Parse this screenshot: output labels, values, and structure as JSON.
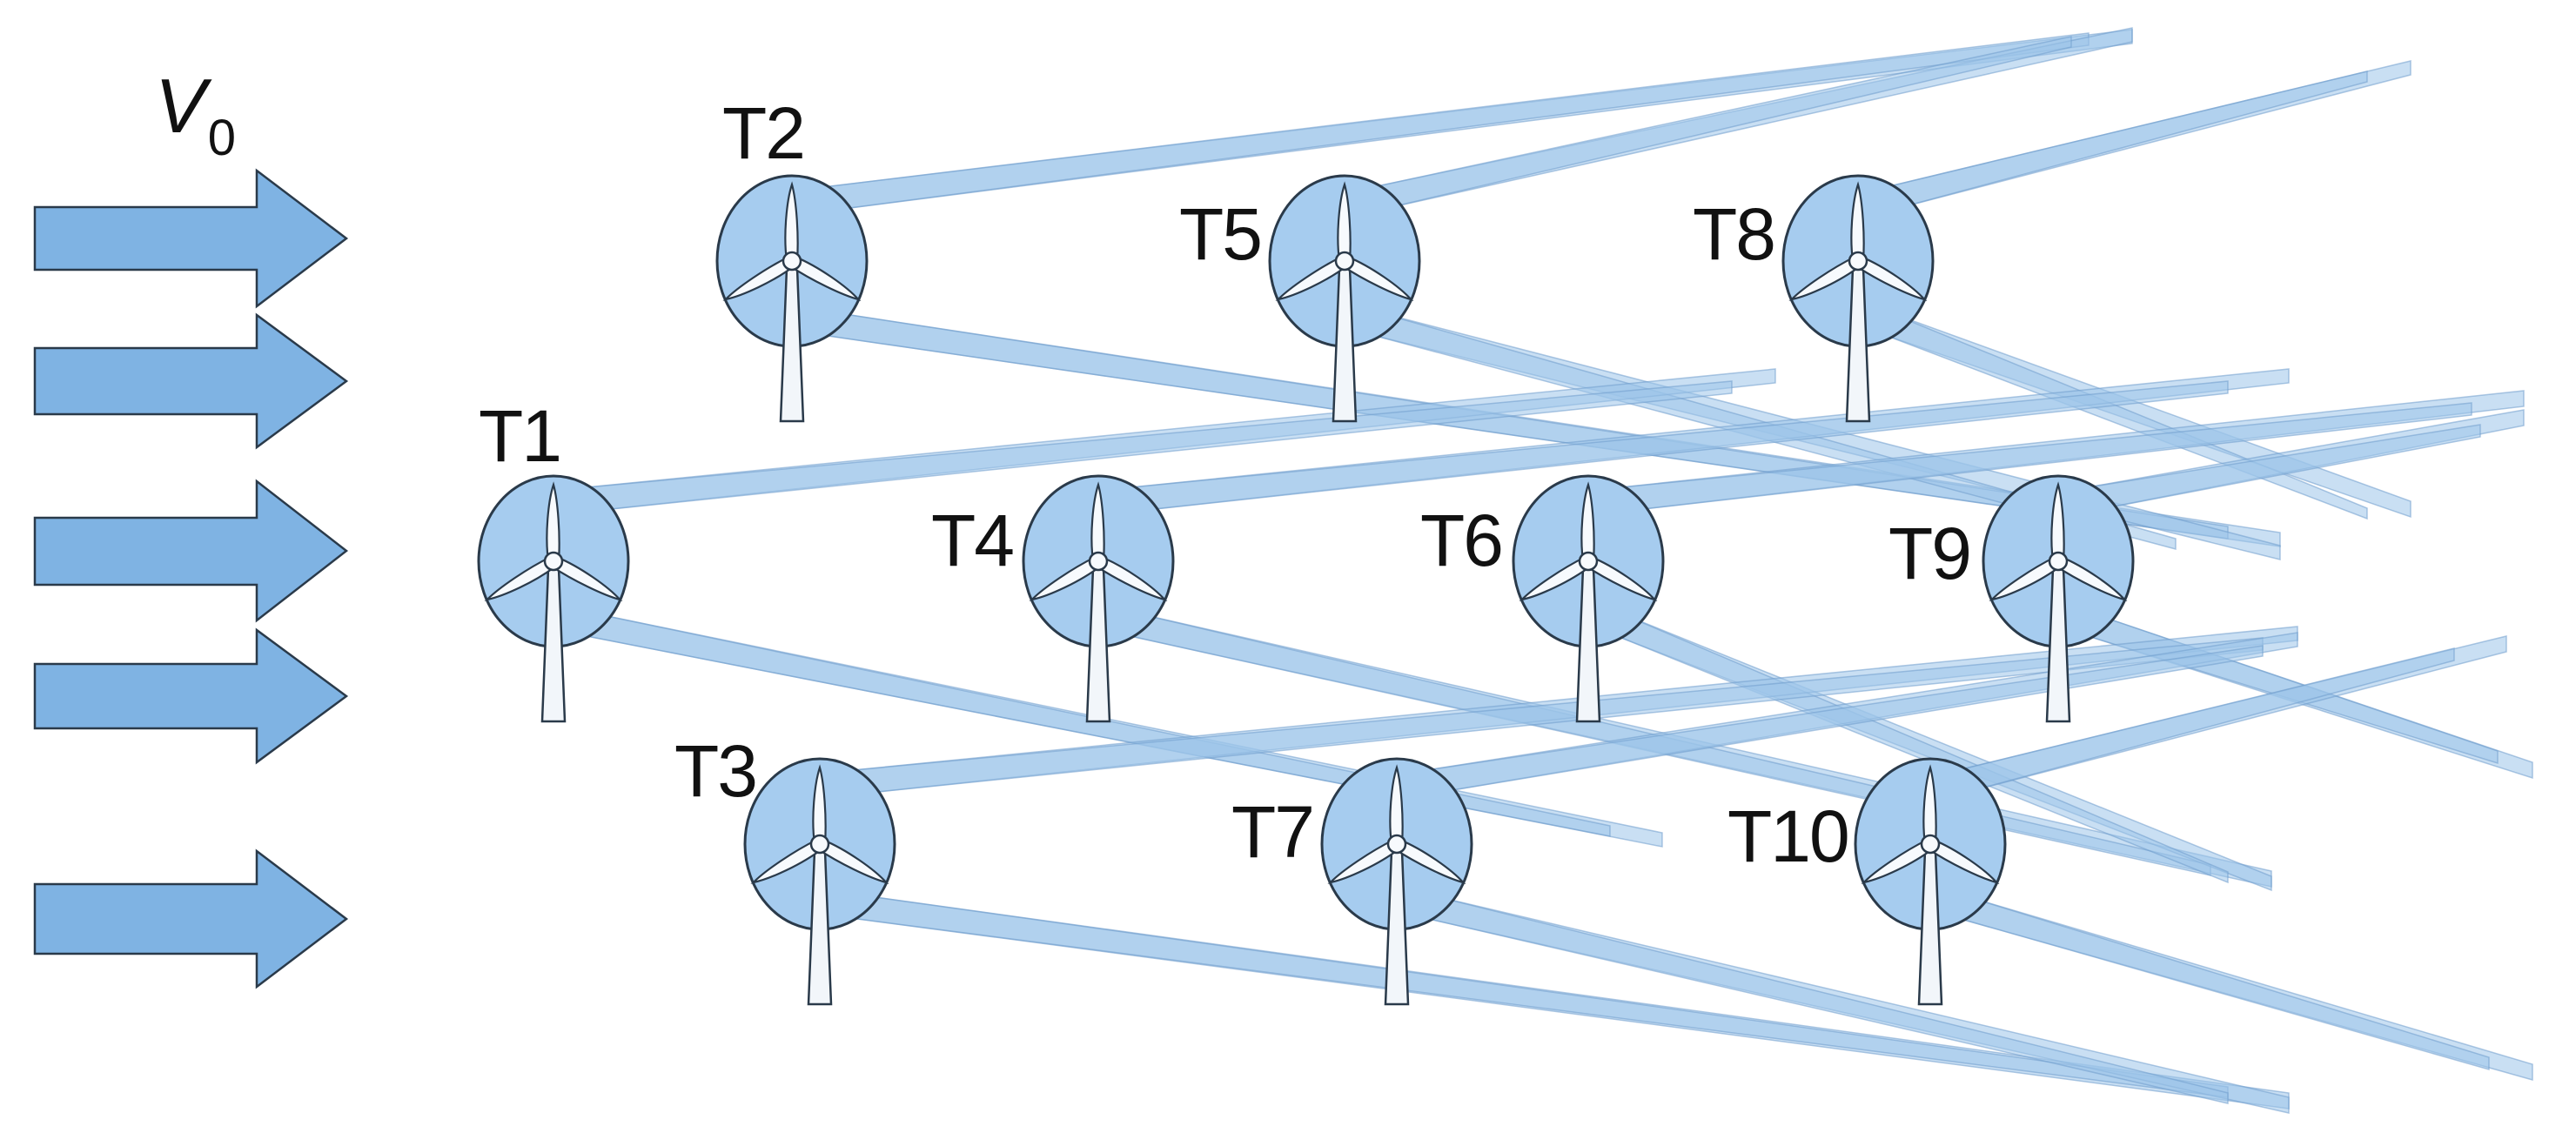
{
  "inflow": {
    "label": "V",
    "label_subscript": "0",
    "arrow_count": 5
  },
  "turbines": [
    {
      "id": "T1"
    },
    {
      "id": "T2"
    },
    {
      "id": "T3"
    },
    {
      "id": "T4"
    },
    {
      "id": "T5"
    },
    {
      "id": "T6"
    },
    {
      "id": "T7"
    },
    {
      "id": "T8"
    },
    {
      "id": "T9"
    },
    {
      "id": "T10"
    }
  ],
  "colors": {
    "arrow_fill": "#7fb3e3",
    "rotor_fill": "#a6ccef",
    "wake_fill": "#9cc4ea",
    "outline": "#2a3a4a",
    "tower_fill": "#f2f6fa"
  }
}
